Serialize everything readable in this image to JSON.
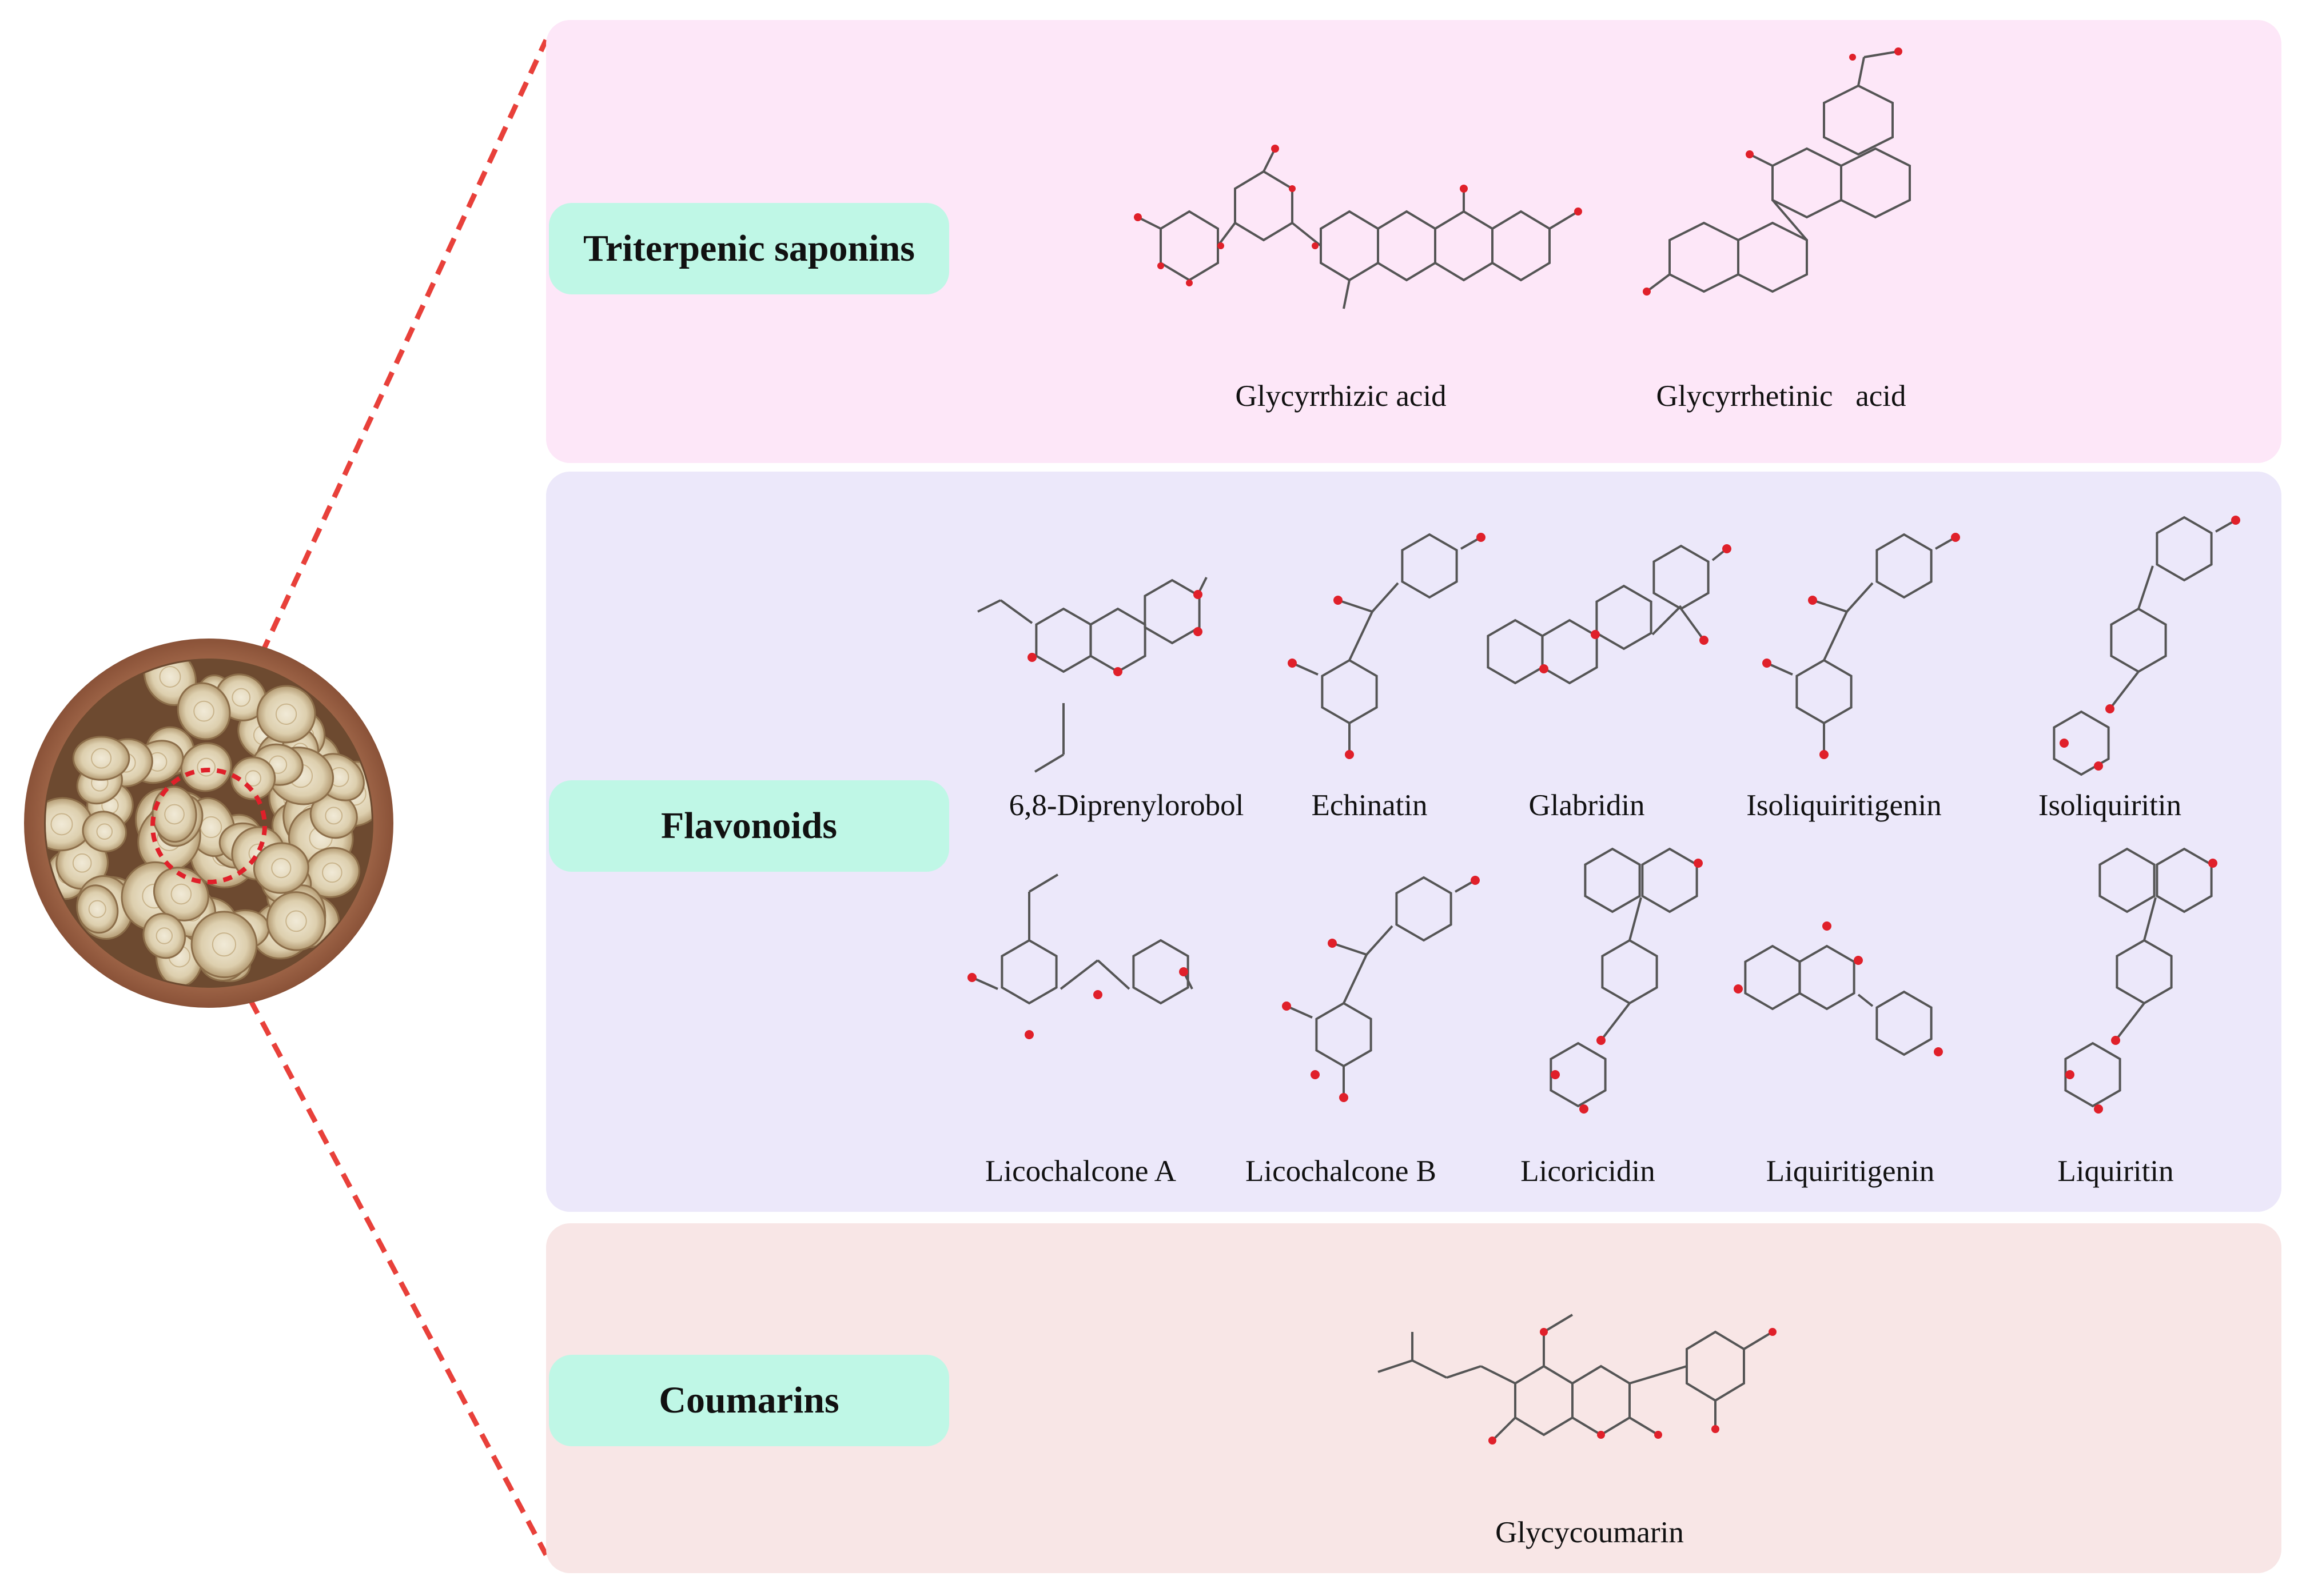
{
  "colors": {
    "saponins_panel": "#fde7f8",
    "flavonoids_panel": "#ece8fa",
    "coumarins_panel": "#f8e6e6",
    "tag_bg": "#bff7e6",
    "dashed_line": "#e8403a",
    "bond": "#555555",
    "oxygen": "#e0202a",
    "hydrogen": "#2aa890"
  },
  "image": {
    "subject": "licorice-root-slices-bowl"
  },
  "groups": {
    "saponins": {
      "title": "Triterpenic saponins",
      "compounds": [
        "Glycyrrhizic acid",
        "Glycyrrhetinic   acid"
      ]
    },
    "flavonoids": {
      "title": "Flavonoids",
      "row1": [
        "6,8-Diprenylorobol",
        "Echinatin",
        "Glabridin",
        "Isoliquiritigenin",
        "Isoliquiritin"
      ],
      "row2": [
        "Licochalcone A",
        "Licochalcone B",
        "Licoricidin",
        "Liquiritigenin",
        "Liquiritin"
      ]
    },
    "coumarins": {
      "title": "Coumarins",
      "compounds": [
        "Glycycoumarin"
      ]
    }
  }
}
